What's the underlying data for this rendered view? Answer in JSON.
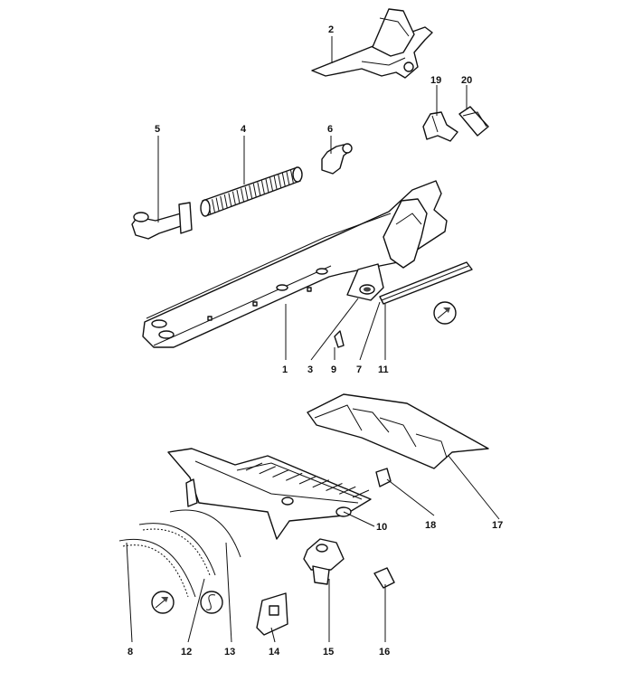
{
  "diagram": {
    "part_numbers": {
      "p1": "1",
      "p2": "2",
      "p3": "3",
      "p4": "4",
      "p5": "5",
      "p6": "6",
      "p7": "7",
      "p8": "8",
      "p9": "9",
      "p10": "10",
      "p11": "11",
      "p12": "12",
      "p13": "13",
      "p14": "14",
      "p15": "15",
      "p16": "16",
      "p17": "17",
      "p18": "18",
      "p19": "19",
      "p20": "20"
    },
    "symbols": {
      "rivet_symbol": "arrow-circle-icon",
      "seal_symbol": "s-curve-circle-icon"
    }
  }
}
